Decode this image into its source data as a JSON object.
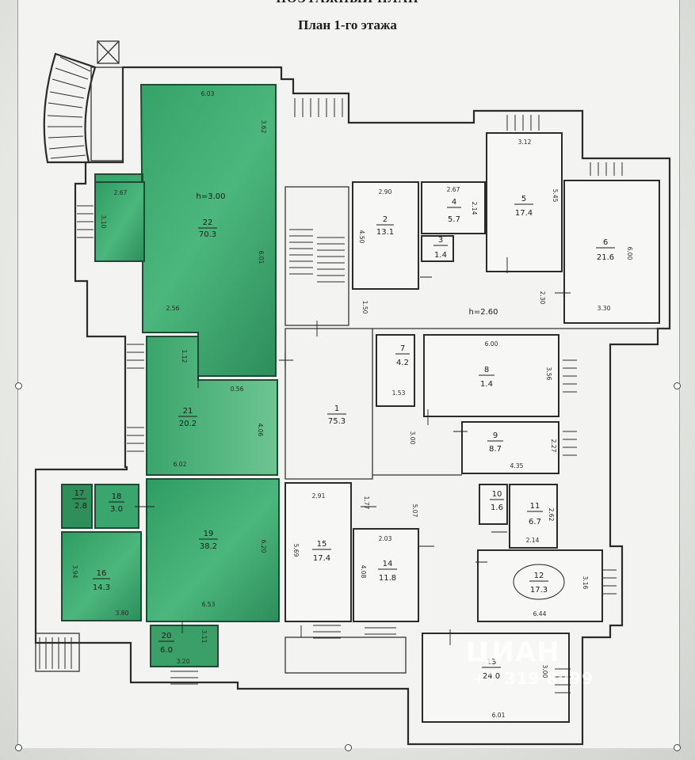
{
  "header": {
    "title": "ПОЭТАЖНЫЙ ПЛАН",
    "subtitle": "План 1-го этажа"
  },
  "colors": {
    "highlight_green": "#3aa86f",
    "highlight_green_light": "#7fcf9a",
    "wall": "#2b2b2b",
    "paper": "#f3f4f1"
  },
  "rooms": [
    {
      "id": "1",
      "area": "75.3"
    },
    {
      "id": "2",
      "area": "13.1"
    },
    {
      "id": "3",
      "area": "1.4"
    },
    {
      "id": "4",
      "area": "5.7"
    },
    {
      "id": "5",
      "area": "17.4"
    },
    {
      "id": "6",
      "area": "21.6"
    },
    {
      "id": "7",
      "area": "4.2"
    },
    {
      "id": "8",
      "area": "1.4"
    },
    {
      "id": "9",
      "area": "8.7"
    },
    {
      "id": "10",
      "area": "1.6"
    },
    {
      "id": "11",
      "area": "6.7"
    },
    {
      "id": "12",
      "area": "17.3"
    },
    {
      "id": "13",
      "area": "24.0"
    },
    {
      "id": "14",
      "area": "11.8"
    },
    {
      "id": "15",
      "area": "17.4"
    },
    {
      "id": "16",
      "area": "14.3"
    },
    {
      "id": "17",
      "area": "2.8"
    },
    {
      "id": "18",
      "area": "3.0"
    },
    {
      "id": "19",
      "area": "38.2"
    },
    {
      "id": "20",
      "area": "6.0"
    },
    {
      "id": "21",
      "area": "20.2"
    },
    {
      "id": "22",
      "area": "70.3"
    }
  ],
  "heights": {
    "h_left": "h=3.00",
    "h_right": "h=2.60"
  },
  "dimensions": [
    "6.03",
    "3.62",
    "2.67",
    "3.10",
    "6.01",
    "2.56",
    "1.12",
    "0.56",
    "4.06",
    "6.02",
    "6.20",
    "6.53",
    "2.90",
    "4.50",
    "2.67",
    "2.14",
    "3.12",
    "5.45",
    "6.00",
    "2.30",
    "3.30",
    "1.50",
    "6.00",
    "3.56",
    "1.53",
    "3.00",
    "4.35",
    "2.27",
    "2.91",
    "1.77",
    "5.07",
    "2.03",
    "2.14",
    "2.62",
    "4.08",
    "5.69",
    "3.16",
    "6.44",
    "3.00",
    "6.01",
    "3.94",
    "3.80",
    "3.11",
    "3.20"
  ],
  "watermark": {
    "brand": "ЦИАН",
    "phone": "+7 319 8999"
  }
}
